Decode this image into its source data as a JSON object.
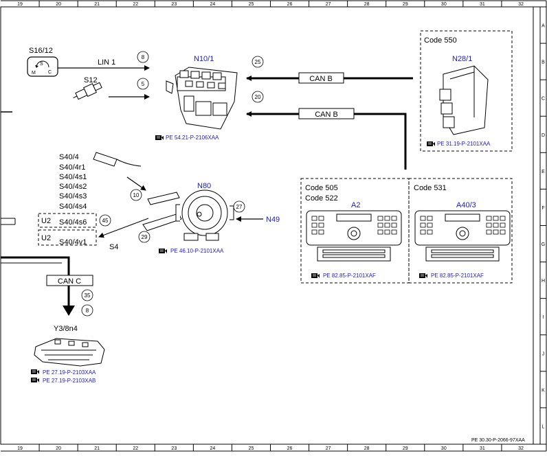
{
  "grid": {
    "columns": [
      "19",
      "20",
      "21",
      "22",
      "23",
      "24",
      "25",
      "26",
      "27",
      "28",
      "29",
      "30",
      "31",
      "32"
    ],
    "rows": [
      "A",
      "B",
      "C",
      "D",
      "E",
      "F",
      "G",
      "H",
      "I",
      "J",
      "K",
      "L"
    ]
  },
  "components": {
    "s16_12": "S16/12",
    "s12": "S12",
    "n10_1": "N10/1",
    "n28_1": "N28/1",
    "a2": "A2",
    "a40_3": "A40/3",
    "n80": "N80",
    "n49": "N49",
    "s4": "S4",
    "y3_8n4": "Y3/8n4",
    "s40_list": [
      "S40/4",
      "S40/4r1",
      "S40/4s1",
      "S40/4s2",
      "S40/4s3",
      "S40/4s4"
    ],
    "u2": "U2",
    "s40_4s6": "S40/4s6",
    "s40_4v1": "S40/4v1"
  },
  "switch_letters": {
    "s": "S",
    "m": "M",
    "c": "C"
  },
  "codes": {
    "c550": "Code 550",
    "c505": "Code 505",
    "c522": "Code 522",
    "c531": "Code 531"
  },
  "buses": {
    "lin1": "LIN 1",
    "canb_top": "CAN B",
    "canb_bottom": "CAN B",
    "canc": "CAN C"
  },
  "circles": {
    "c8a": "8",
    "c5": "5",
    "c25": "25",
    "c20": "20",
    "c10": "10",
    "c27": "27",
    "c45": "45",
    "c29": "29",
    "c35": "35",
    "c8b": "8"
  },
  "refs": {
    "n10_1": "PE 54.21-P-2106XAA",
    "n28_1": "PE 31.19-P-2101XAA",
    "n80": "PE 46.10-P-2101XAA",
    "a2": "PE 82.85-P-2101XAF",
    "a40_3": "PE 82.85-P-2101XAF",
    "y3_a": "PE 27.19-P-2103XAA",
    "y3_b": "PE 27.19-P-2103XAB"
  },
  "doc_id": "PE 30.30-P-2066-97XAA"
}
